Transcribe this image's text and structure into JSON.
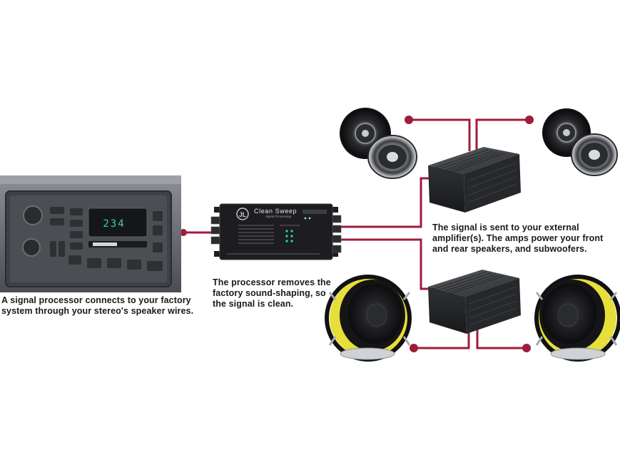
{
  "captions": {
    "radio": [
      "A signal processor connects to your factory",
      "system through your stereo's speaker wires."
    ],
    "processor": [
      "The processor removes the",
      "factory sound-shaping, so",
      "the signal is clean."
    ],
    "amplifier": [
      "The signal is sent to your external",
      "amplifier(s). The amps power your front",
      "and rear speakers, and subwoofers."
    ]
  },
  "radio": {
    "display_value": "234"
  },
  "processor": {
    "brand_logo": "Clean Sweep",
    "tagline": "Signal Processing"
  },
  "colors": {
    "wire": "#a01c3c",
    "device_dark": "#1d1d1f",
    "display_green": "#35d6a0",
    "speaker_yellow": "#e6df3a",
    "caption_text": "#1a1a1a"
  }
}
